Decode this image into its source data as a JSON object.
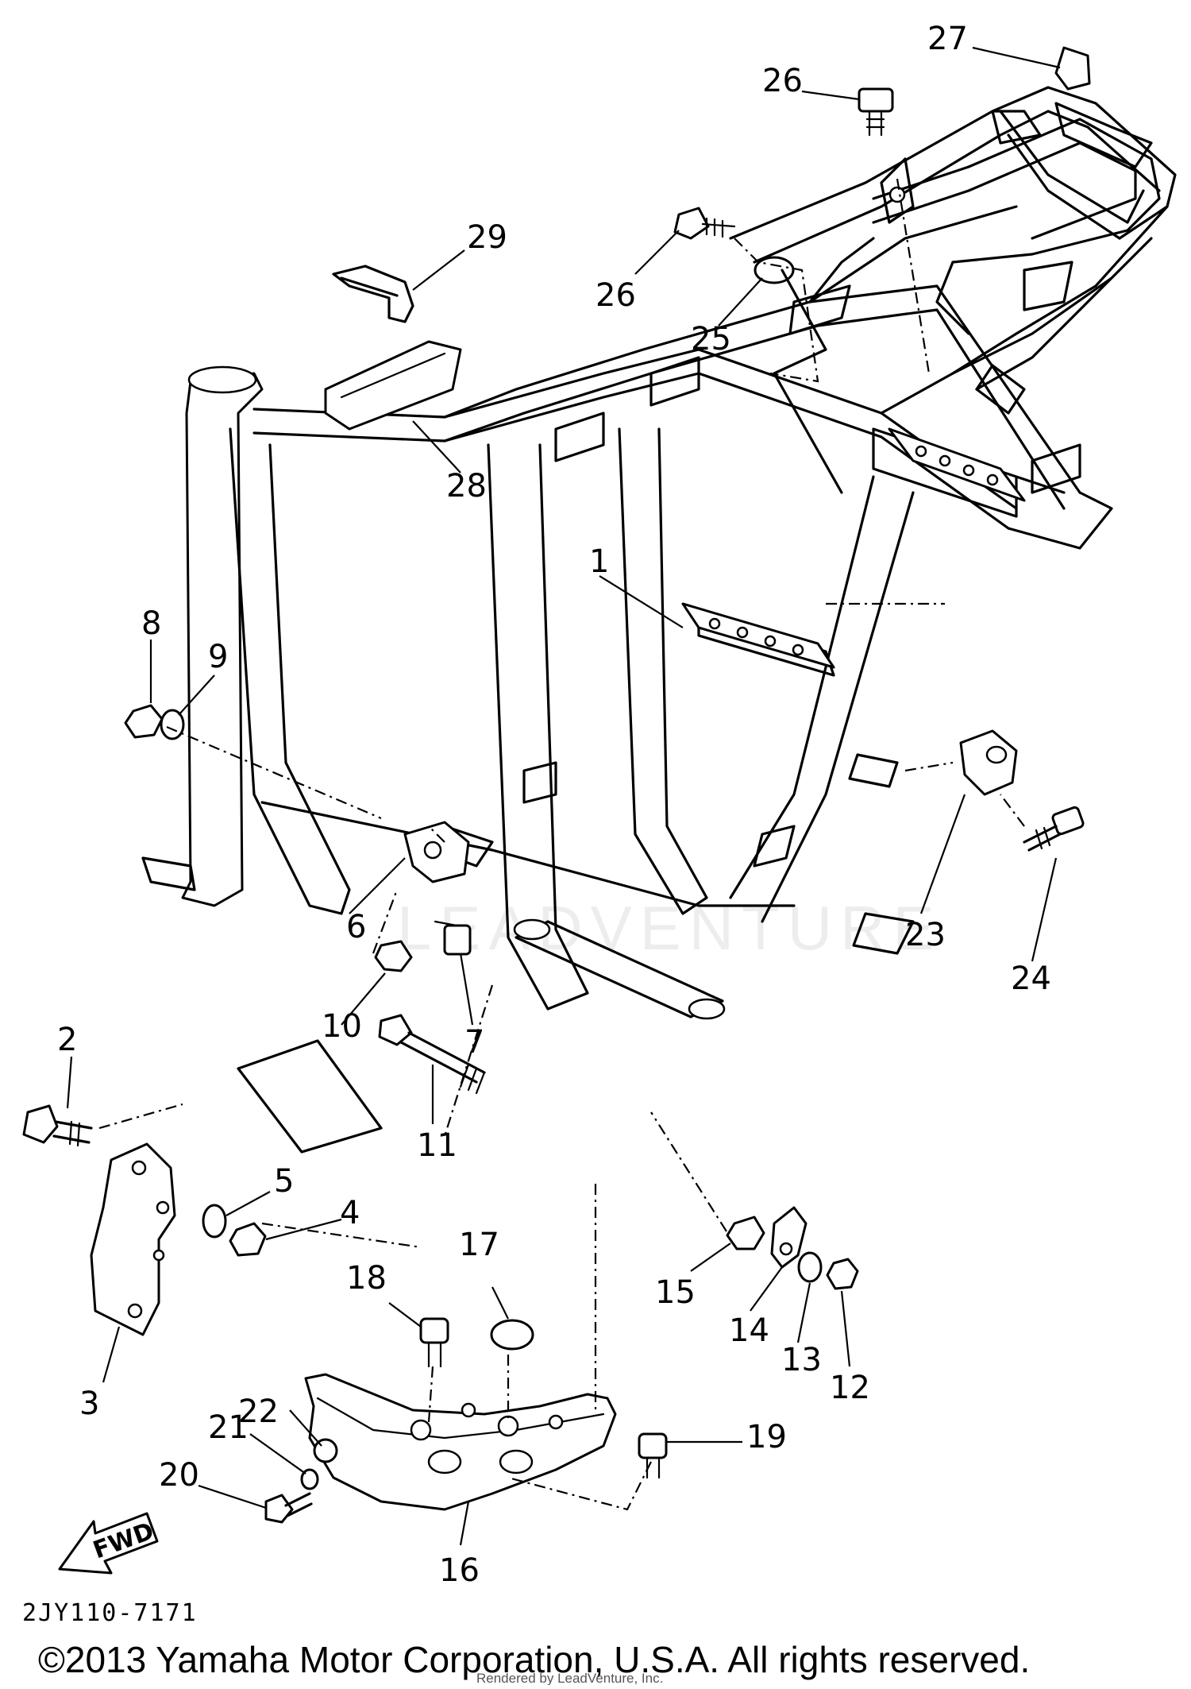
{
  "diagram": {
    "part_numbers": [
      "1",
      "2",
      "3",
      "4",
      "5",
      "6",
      "7",
      "8",
      "9",
      "10",
      "11",
      "12",
      "13",
      "14",
      "15",
      "16",
      "17",
      "18",
      "19",
      "20",
      "21",
      "22",
      "23",
      "24",
      "25",
      "26",
      "27",
      "28",
      "29"
    ],
    "direction_badge": "FWD",
    "figure_code": "2JY110-7171",
    "copyright": "©2013 Yamaha Motor Corporation, U.S.A. All rights reserved.",
    "credit": "Rendered by LeadVenture, Inc.",
    "watermark": "LEADVENTURE"
  }
}
